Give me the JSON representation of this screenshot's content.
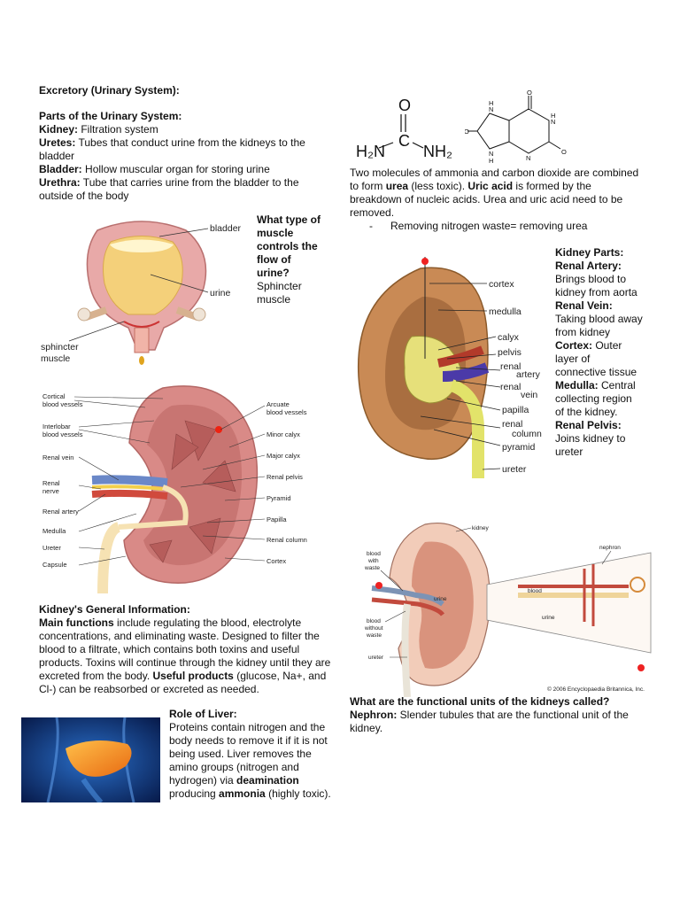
{
  "title": "Excretory (Urinary System):",
  "parts": {
    "heading": "Parts of the Urinary System:",
    "items": [
      {
        "term": "Kidney:",
        "desc": " Filtration system"
      },
      {
        "term": "Uretes:",
        "desc": " Tubes that conduct urine from the kidneys to the bladder"
      },
      {
        "term": "Bladder:",
        "desc": " Hollow muscular organ for storing urine"
      },
      {
        "term": "Urethra:",
        "desc": " Tube that carries urine from the bladder to the outside of the body"
      }
    ]
  },
  "bladder_fig": {
    "labels": {
      "bladder": "bladder",
      "urine": "urine",
      "sphincter1": "sphincter",
      "sphincter2": "muscle"
    },
    "question": {
      "line1": "What type of",
      "line2": "muscle",
      "line3": "controls the",
      "line4": "flow of",
      "line5": "urine?"
    },
    "answer": {
      "line1": "Sphincter",
      "line2": "muscle"
    }
  },
  "urea": {
    "urea_formula": {
      "o": "O",
      "c": "C",
      "left": "H₂N",
      "right": "NH₂"
    },
    "uric_acid": {
      "o1": "O",
      "o2": "O",
      "o3": "O",
      "h": "H",
      "n": "N"
    },
    "text1": "Two molecules of ammonia and carbon dioxide are combined to form ",
    "urea_word": "urea",
    "text2": " (less toxic). ",
    "uric_word": "Uric acid",
    "text3": " is formed by the breakdown of nucleic acids. Urea and uric acid need to be removed.",
    "bullet": "Removing nitrogen waste= removing urea"
  },
  "kidney_fig1": {
    "left_labels": [
      "Cortical",
      "blood vessels",
      "Interlobar",
      "blood vessels",
      "Renal vein",
      "Renal",
      "nerve",
      "Renal artery",
      "Medulla",
      "Ureter",
      "Capsule"
    ],
    "right_labels": [
      "Arcuate",
      "blood vessels",
      "Minor calyx",
      "Major calyx",
      "Renal pelvis",
      "Pyramid",
      "Papilla",
      "Renal column",
      "Cortex"
    ]
  },
  "kidney_fig2": {
    "labels": [
      "cortex",
      "medulla",
      "calyx",
      "pelvis",
      "renal",
      "artery",
      "renal",
      "vein",
      "papilla",
      "renal",
      "column",
      "pyramid",
      "ureter"
    ]
  },
  "kidney_parts": {
    "heading": "Kidney Parts:",
    "items": [
      {
        "term": "Renal Artery:",
        "desc": "Brings blood to kidney from aorta"
      },
      {
        "term": "Renal Vein:",
        "desc": "Taking blood away from kidney"
      },
      {
        "term": "Cortex:",
        "desc": " Outer layer of connective tissue"
      },
      {
        "term": "Medulla:",
        "desc": " Central collecting region of the kidney."
      },
      {
        "term": "Renal Pelvis:",
        "desc": "Joins kidney to ureter"
      }
    ]
  },
  "general": {
    "heading": "Kidney's General Information:",
    "main_term": "Main functions",
    "main_text": " include regulating the blood, electrolyte concentrations, and eliminating waste.  Designed to filter the blood to a filtrate, which contains both toxins and useful products. Toxins will continue through the kidney until they are excreted from the body. ",
    "useful_term": "Useful products",
    "useful_text": " (glucose, Na+, and Cl-) can be reabsorbed or excreted as needed."
  },
  "liver": {
    "heading": "Role of Liver:",
    "text1": "Proteins contain nitrogen and the body needs to remove it if it is not being used. Liver removes the amino groups (nitrogen and hydrogen) via ",
    "deam": "deamination",
    "text2": " producing ",
    "ammonia": "ammonia",
    "text3": " (highly toxic)."
  },
  "nephron_fig": {
    "labels": {
      "kidney": "kidney",
      "blood1": "blood",
      "blood2": "with",
      "blood3": "waste",
      "urine": "urine",
      "bwo1": "blood",
      "bwo2": "without",
      "bwo3": "waste",
      "ureter": "ureter",
      "nephron": "nephron",
      "blood": "blood",
      "urine2": "urine"
    },
    "copyright": "© 2006 Encyclopaedia Britannica, Inc."
  },
  "functional": {
    "question": "What are the functional units of the kidneys called?",
    "term": "Nephron:",
    "desc": " Slender tubules that are the functional unit of the kidney."
  }
}
